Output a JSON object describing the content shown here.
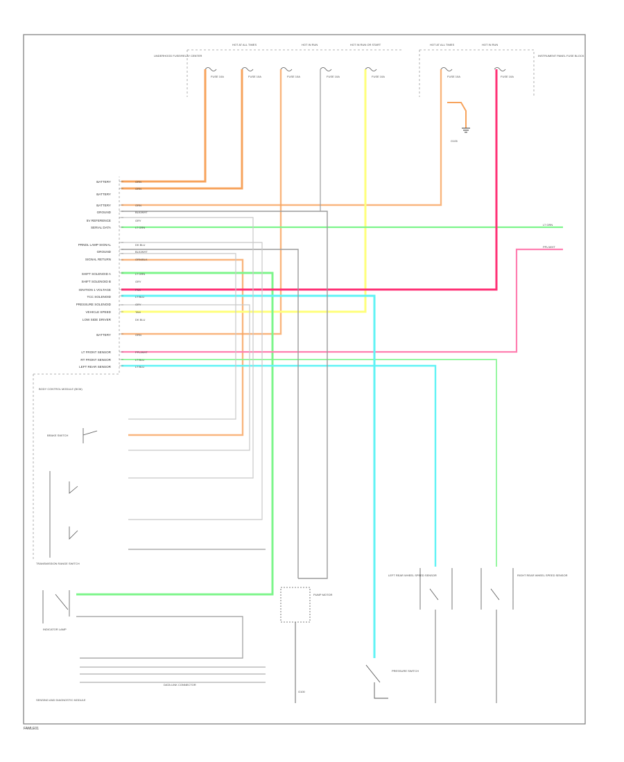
{
  "diagram_code": "FAMLE01",
  "fuse_header": [
    "HOT AT ALL TIMES",
    "HOT IN RUN",
    "HOT IN RUN OR START",
    "HOT AT ALL TIMES",
    "HOT IN RUN"
  ],
  "fuse_blocks": [
    "UNDERHOOD FUSE/RELAY CENTER",
    "INSTRUMENT PANEL FUSE BLOCK"
  ],
  "fuses": [
    "FUSE 10A",
    "FUSE 10A",
    "FUSE 10A",
    "FUSE 10A",
    "FUSE 10A",
    "FUSE 10A",
    "FUSE 10A"
  ],
  "ground_label": "G105",
  "module_pins_left": [
    "BATTERY",
    "BATTERY",
    "BATTERY",
    "GROUND",
    "5V REFERENCE",
    "SERIAL DATA",
    "PRNDL LAMP SIGNAL",
    "GROUND",
    "SIGNAL RETURN",
    "SHIFT SOLENOID A",
    "SHIFT SOLENOID B",
    "IGNITION 1 VOLTAGE",
    "TCC SOLENOID",
    "PRESSURE SOLENOID",
    "VEHICLE SPEED",
    "LOW SIDE DRIVER",
    "BATTERY",
    "LT FRONT SENSOR",
    "RT FRONT SENSOR",
    "LEFT REAR SENSOR"
  ],
  "wire_colors": [
    "ORN",
    "ORN",
    "ORN",
    "BLK/WHT",
    "GRY",
    "LT GRN",
    "DK BLU",
    "BLK/WHT",
    "ORN/BLK",
    "LT GRN",
    "GRY",
    "PNK",
    "LT BLU",
    "GRY",
    "TAN",
    "DK BLU",
    "ORN",
    "PPL/WHT",
    "LT BLU",
    "LT BLU"
  ],
  "module_title": "BODY CONTROL MODULE (BCM)",
  "components": {
    "brake_switch": "BRAKE SWITCH",
    "indicator": "INDICATOR LAMP",
    "trans_range": "TRANSMISSION RANGE SWITCH",
    "pump": "PUMP MOTOR",
    "pressure_switch": "PRESSURE SWITCH",
    "left_rear": "LEFT REAR WHEEL SPEED SENSOR",
    "right_rear": "RIGHT REAR WHEEL SPEED SENSOR",
    "connector": "DATA LINK CONNECTOR",
    "sensor_module": "SENSING AND DIAGNOSTIC MODULE",
    "g_label": "G100"
  },
  "right_edge_labels": [
    "LT GRN",
    "PPL/WHT"
  ],
  "colors": {
    "orange": "#f7a35c",
    "yellow": "#ffff7a",
    "green": "#7cf58a",
    "pink": "#ff7eb0",
    "red": "#ff2f74",
    "cyan": "#5ff3f5",
    "gray": "#9a9a9a",
    "light_gray": "#c8c8c8",
    "frame": "#777777"
  }
}
